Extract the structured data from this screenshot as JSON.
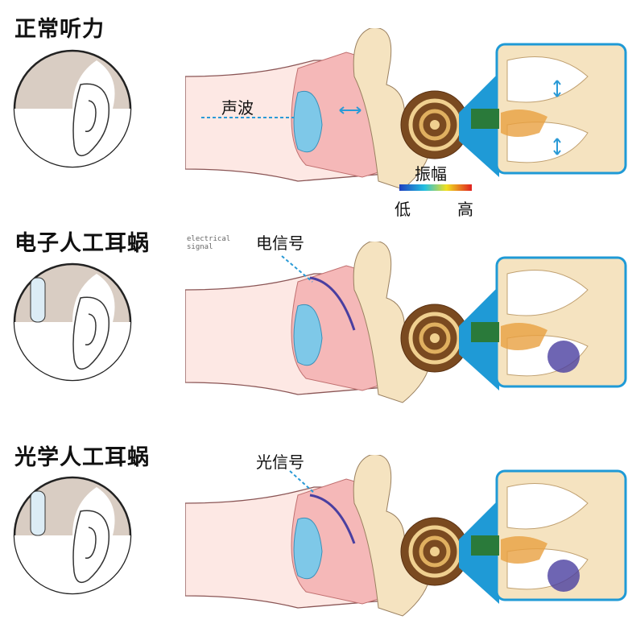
{
  "sections": [
    {
      "title": "正常听力",
      "signal_label": "声波"
    },
    {
      "title": "电子人工耳蜗",
      "signal_label": "电信号",
      "signal_label_overlay": "electrical signal"
    },
    {
      "title": "光学人工耳蜗",
      "signal_label": "光信号"
    }
  ],
  "legend": {
    "title": "振幅",
    "low": "低",
    "high": "高",
    "gradient_colors": [
      "#1f3fbf",
      "#22c0e0",
      "#f0e020",
      "#e02020"
    ]
  },
  "colors": {
    "skin": "#f5e3c0",
    "canal": "#f5b8b8",
    "eardrum": "#7ec8e8",
    "zoom_box": "#1f9ad6",
    "implant": "#4a3fa0"
  }
}
